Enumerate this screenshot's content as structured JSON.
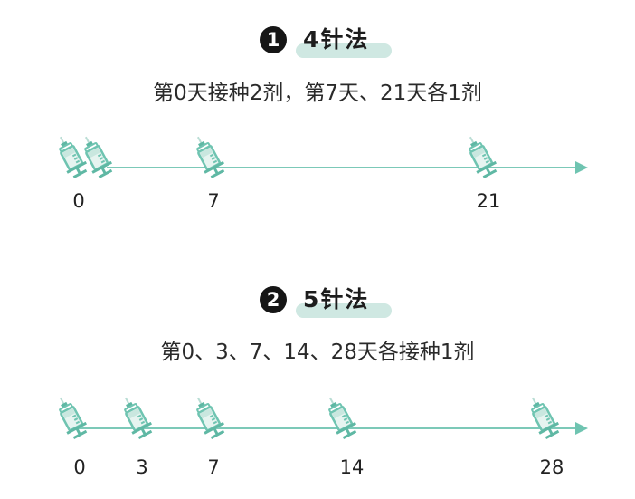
{
  "colors": {
    "accent": "#6fc4b1",
    "highlight": "#cfe8e2",
    "badge": "#161616",
    "text": "#222222"
  },
  "sections": [
    {
      "badge": "1",
      "title": "4针法",
      "description": "第0天接种2剂，第7天、21天各1剂",
      "timeline": {
        "days": [
          "0",
          "7",
          "21"
        ],
        "doses": [
          {
            "day": 0,
            "count": 2
          },
          {
            "day": 7,
            "count": 1
          },
          {
            "day": 21,
            "count": 1
          }
        ],
        "icon": "syringe-icon"
      }
    },
    {
      "badge": "2",
      "title": "5针法",
      "description": "第0、3、7、14、28天各接种1剂",
      "timeline": {
        "days": [
          "0",
          "3",
          "7",
          "14",
          "28"
        ],
        "doses": [
          {
            "day": 0,
            "count": 1
          },
          {
            "day": 3,
            "count": 1
          },
          {
            "day": 7,
            "count": 1
          },
          {
            "day": 14,
            "count": 1
          },
          {
            "day": 28,
            "count": 1
          }
        ],
        "icon": "syringe-icon"
      }
    }
  ]
}
